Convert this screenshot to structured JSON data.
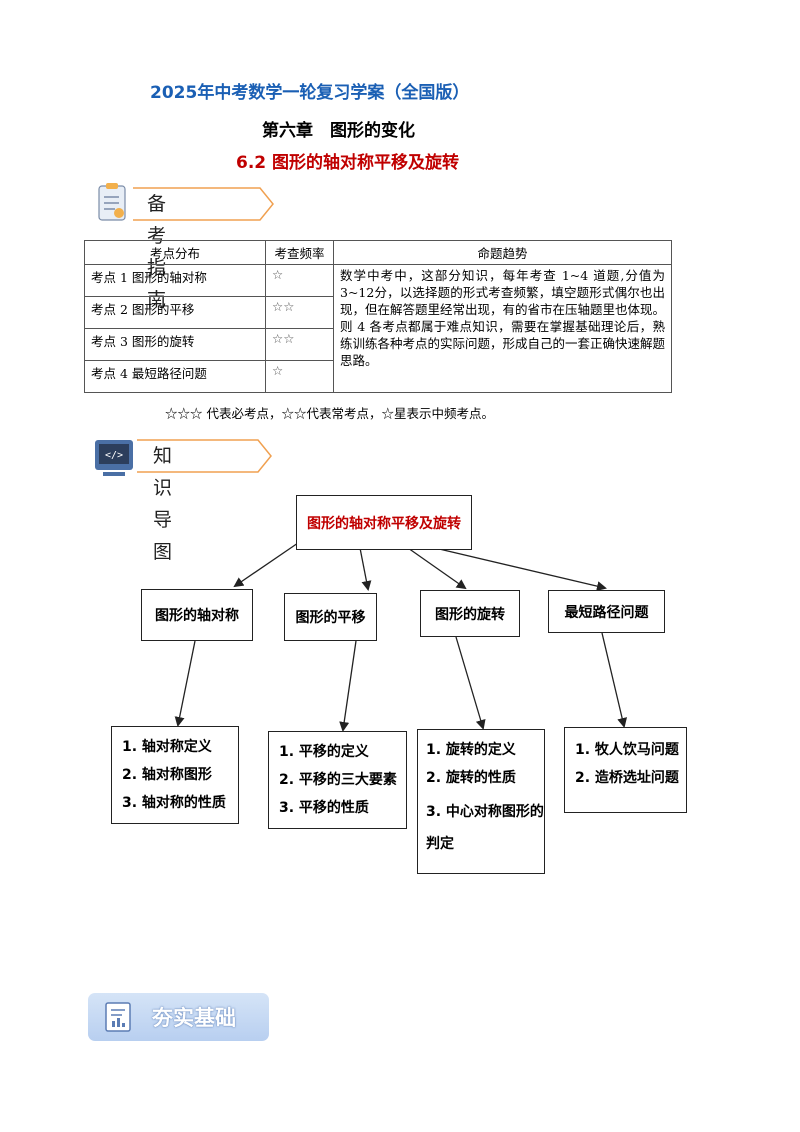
{
  "header": {
    "title": "2025年中考数学一轮复习学案（全国版）",
    "chapter": "第六章　图形的变化",
    "section": "6.2  图形的轴对称平移及旋转"
  },
  "guide_section": {
    "label": "备考指南"
  },
  "guide_table": {
    "headers": [
      "考点分布",
      "考查频率",
      "命题趋势"
    ],
    "rows": [
      {
        "topic": "考点 1  图形的轴对称",
        "freq": "☆"
      },
      {
        "topic": "考点 2  图形的平移",
        "freq": "☆☆"
      },
      {
        "topic": "考点 3  图形的旋转",
        "freq": "☆☆"
      },
      {
        "topic": "考点 4  最短路径问题",
        "freq": "☆"
      }
    ],
    "trend": "数学中考中，这部分知识，每年考查 1~4 道题,分值为 3~12分，以选择题的形式考查频繁，填空题形式偶尔也出现，但在解答题里经常出现，有的省市在压轴题里也体现。则 4 各考点都属于难点知识，需要在掌握基础理论后，熟练训练各种考点的实际问题，形成自己的一套正确快速解题思路。"
  },
  "guide_note": "☆☆☆ 代表必考点，☆☆代表常考点，☆星表示中频考点。",
  "map_section": {
    "label": "知识导图"
  },
  "mind_map": {
    "root": "图形的轴对称平移及旋转",
    "branches": [
      {
        "title": "图形的轴对称",
        "items": [
          "1. 轴对称定义",
          "2. 轴对称图形",
          "3. 轴对称的性质"
        ]
      },
      {
        "title": "图形的平移",
        "items": [
          "1. 平移的定义",
          "2. 平移的三大要素",
          "3. 平移的性质"
        ]
      },
      {
        "title": "图形的旋转",
        "items": [
          "1. 旋转的定义",
          "2. 旋转的性质",
          "3. 中心对称图形的",
          "判定"
        ]
      },
      {
        "title": "最短路径问题",
        "items": [
          "1. 牧人饮马问题",
          "2. 造桥选址问题"
        ]
      }
    ]
  },
  "foundation_section": {
    "label": "夯实基础"
  },
  "colors": {
    "title_blue": "#1a5fb4",
    "section_red": "#c00000",
    "banner_orange": "#f0a050"
  }
}
